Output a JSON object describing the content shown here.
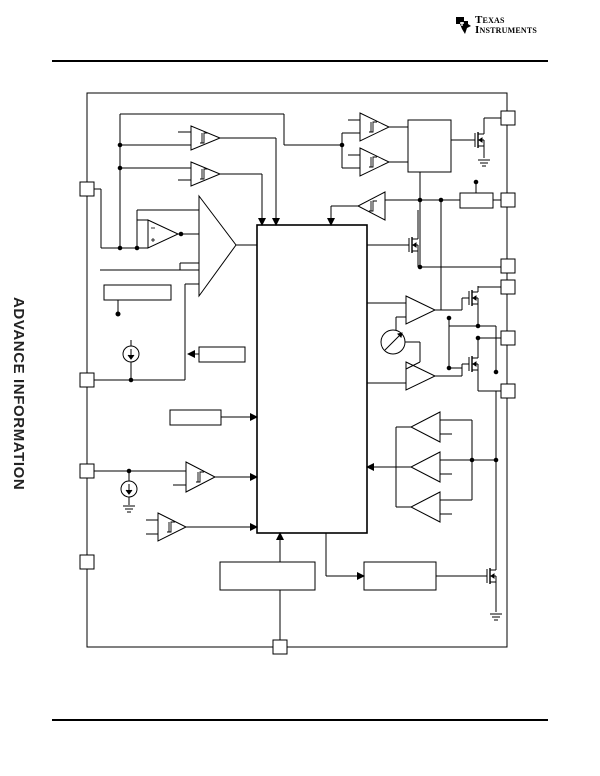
{
  "header": {
    "logo": {
      "icon": "texas-instruments-logo-icon",
      "line1": "Texas",
      "line2": "Instruments"
    }
  },
  "side_label": "ADVANCE INFORMATION",
  "diagram": {
    "style": {
      "stroke": "#000000",
      "fill": "#ffffff"
    }
  }
}
